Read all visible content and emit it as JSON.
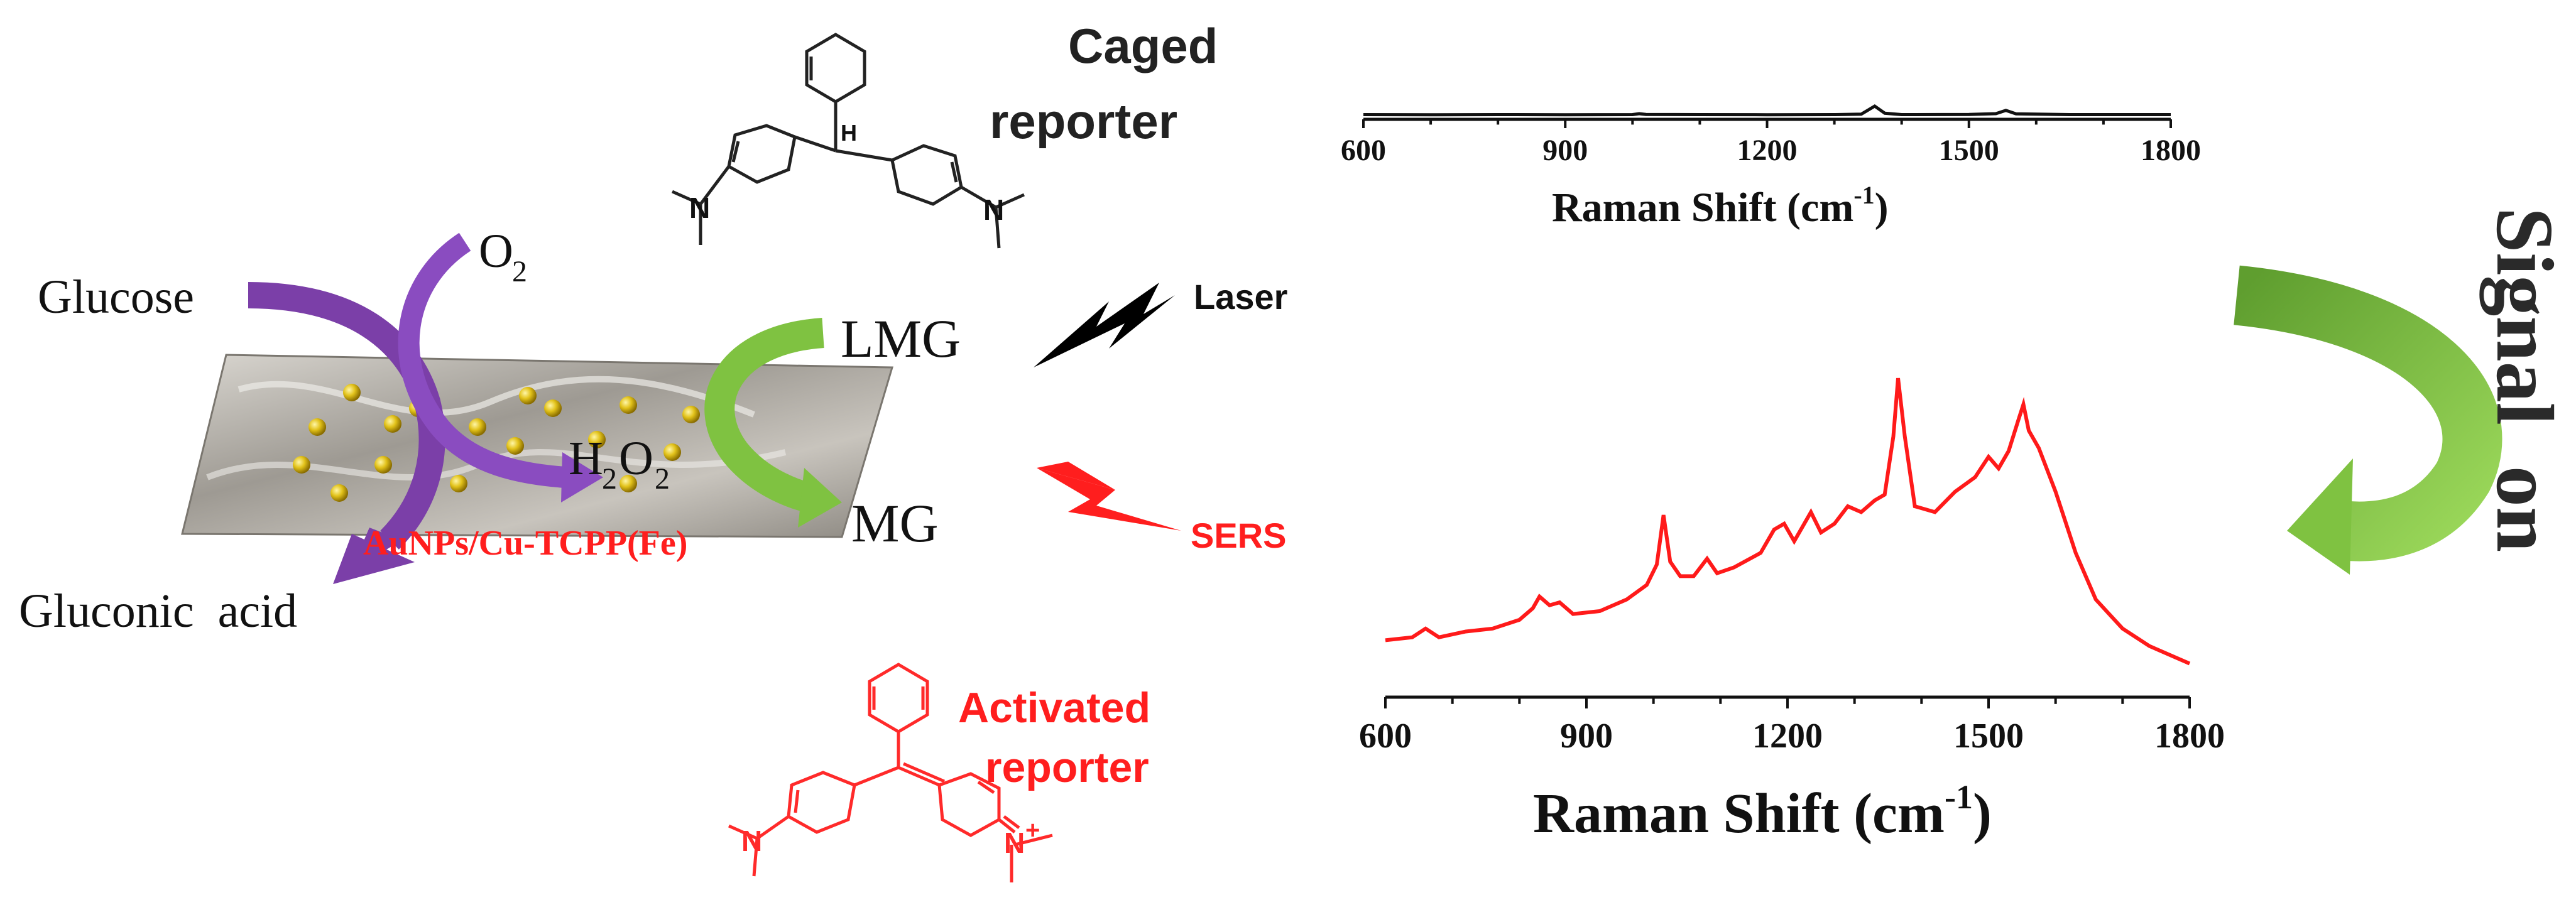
{
  "left_panel": {
    "caged_title_line1": "Caged",
    "caged_title_line2": "reporter",
    "caged_h_label": "H",
    "caged_n_left": "N",
    "caged_n_right": "N",
    "glucose": "Glucose",
    "o2_main": "O",
    "o2_sub": "2",
    "lmg": "LMG",
    "laser": "Laser",
    "h2o2_h": "H",
    "h2o2_sub1": "2",
    "h2o2_o": "O",
    "h2o2_sub2": "2",
    "catalyst": "AuNPs/Cu-TCPP(Fe)",
    "mg": "MG",
    "sers": "SERS",
    "gluconic": "Gluconic  acid",
    "activated_line1": "Activated",
    "activated_line2": "reporter",
    "activated_n_left": "N",
    "activated_n_right": "N",
    "activated_charge": "+",
    "colors": {
      "purple": "#7b3fa8",
      "green": "#7fc241",
      "red": "#ff1e1e",
      "black": "#000000"
    }
  },
  "right_panel": {
    "signal_text": "Signal  on",
    "colors": {
      "green": "#7fc241",
      "red_spectrum": "#ff1a1a",
      "black_spectrum": "#111111"
    }
  },
  "chart_data": [
    {
      "type": "line",
      "series": [
        {
          "color": "#111111",
          "x": [
            600,
            700,
            800,
            900,
            1000,
            1010,
            1020,
            1100,
            1200,
            1300,
            1340,
            1360,
            1375,
            1400,
            1500,
            1540,
            1555,
            1570,
            1650,
            1800
          ],
          "y": [
            0.5,
            0.48,
            0.5,
            0.49,
            0.5,
            0.6,
            0.52,
            0.5,
            0.49,
            0.5,
            0.55,
            1.4,
            0.65,
            0.5,
            0.52,
            0.6,
            0.95,
            0.58,
            0.5,
            0.5
          ]
        }
      ],
      "xlabel": "Raman Shift (cm-1)",
      "xlim": [
        600,
        1800
      ],
      "ylim": [
        0,
        10
      ],
      "xticks": [
        600,
        900,
        1200,
        1500,
        1800
      ]
    },
    {
      "type": "line",
      "series": [
        {
          "color": "#ff1a1a",
          "x": [
            600,
            640,
            660,
            680,
            720,
            760,
            800,
            820,
            830,
            845,
            860,
            880,
            920,
            960,
            990,
            1005,
            1015,
            1025,
            1040,
            1060,
            1080,
            1095,
            1120,
            1160,
            1180,
            1195,
            1210,
            1225,
            1235,
            1250,
            1270,
            1290,
            1310,
            1330,
            1345,
            1358,
            1365,
            1375,
            1390,
            1420,
            1450,
            1480,
            1500,
            1515,
            1530,
            1545,
            1552,
            1560,
            1575,
            1600,
            1630,
            1660,
            1700,
            1740,
            1780,
            1800
          ],
          "y": [
            12,
            13,
            16,
            13,
            15,
            16,
            19,
            23,
            27,
            24,
            25,
            21,
            22,
            26,
            31,
            38,
            55,
            39,
            34,
            34,
            40,
            35,
            37,
            42,
            50,
            52,
            46,
            52,
            56,
            49,
            52,
            58,
            56,
            60,
            62,
            82,
            102,
            82,
            58,
            56,
            63,
            68,
            75,
            71,
            77,
            88,
            93,
            84,
            78,
            63,
            42,
            26,
            16,
            10,
            6,
            4
          ]
        }
      ],
      "xlabel": "Raman Shift (cm-1)",
      "xlim": [
        600,
        1800
      ],
      "ylim": [
        0,
        110
      ],
      "xticks": [
        600,
        900,
        1200,
        1500,
        1800
      ]
    }
  ]
}
